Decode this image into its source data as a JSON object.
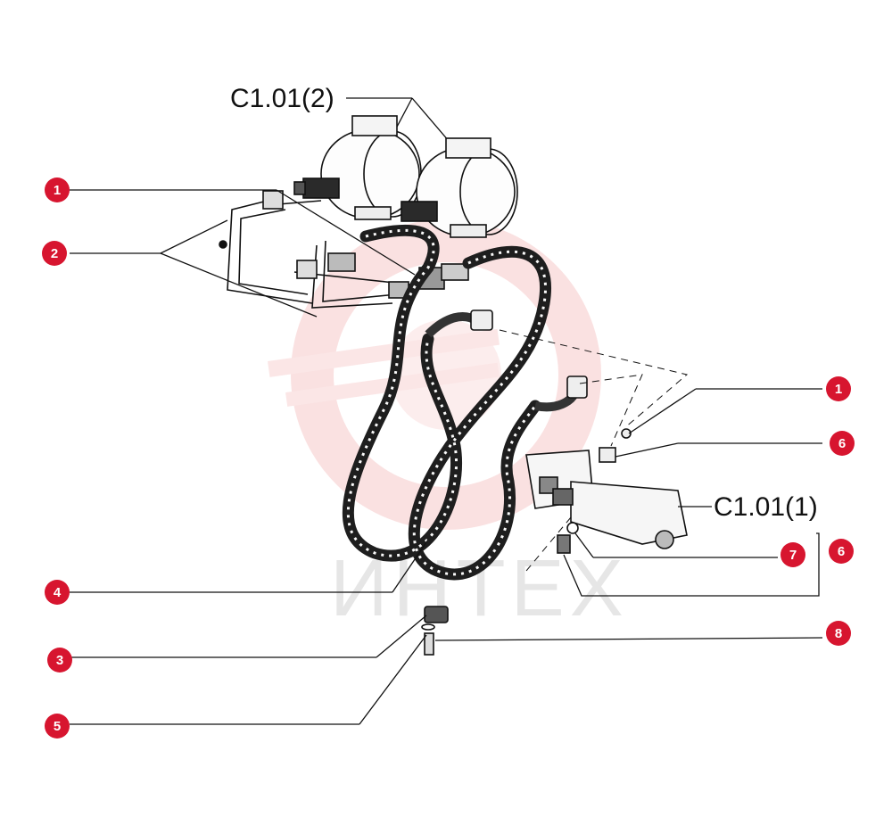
{
  "diagram": {
    "reference_labels": {
      "top": "C1.01(2)",
      "right": "C1.01(1)"
    },
    "callouts": {
      "left_1": "1",
      "left_2": "2",
      "left_4": "4",
      "left_3": "3",
      "left_5": "5",
      "right_1": "1",
      "right_6a": "6",
      "right_7": "7",
      "right_6b": "6",
      "right_8": "8"
    },
    "watermark": "ИНТЕХ"
  },
  "colors": {
    "callout_fill": "#d7152f",
    "line": "#111111",
    "hose": "#1e1e1e",
    "watermark": "#f2c2c2"
  },
  "icons": [
    "brake-chamber-icon",
    "hose-icon",
    "valve-icon",
    "fitting-icon",
    "logo-watermark-icon"
  ]
}
